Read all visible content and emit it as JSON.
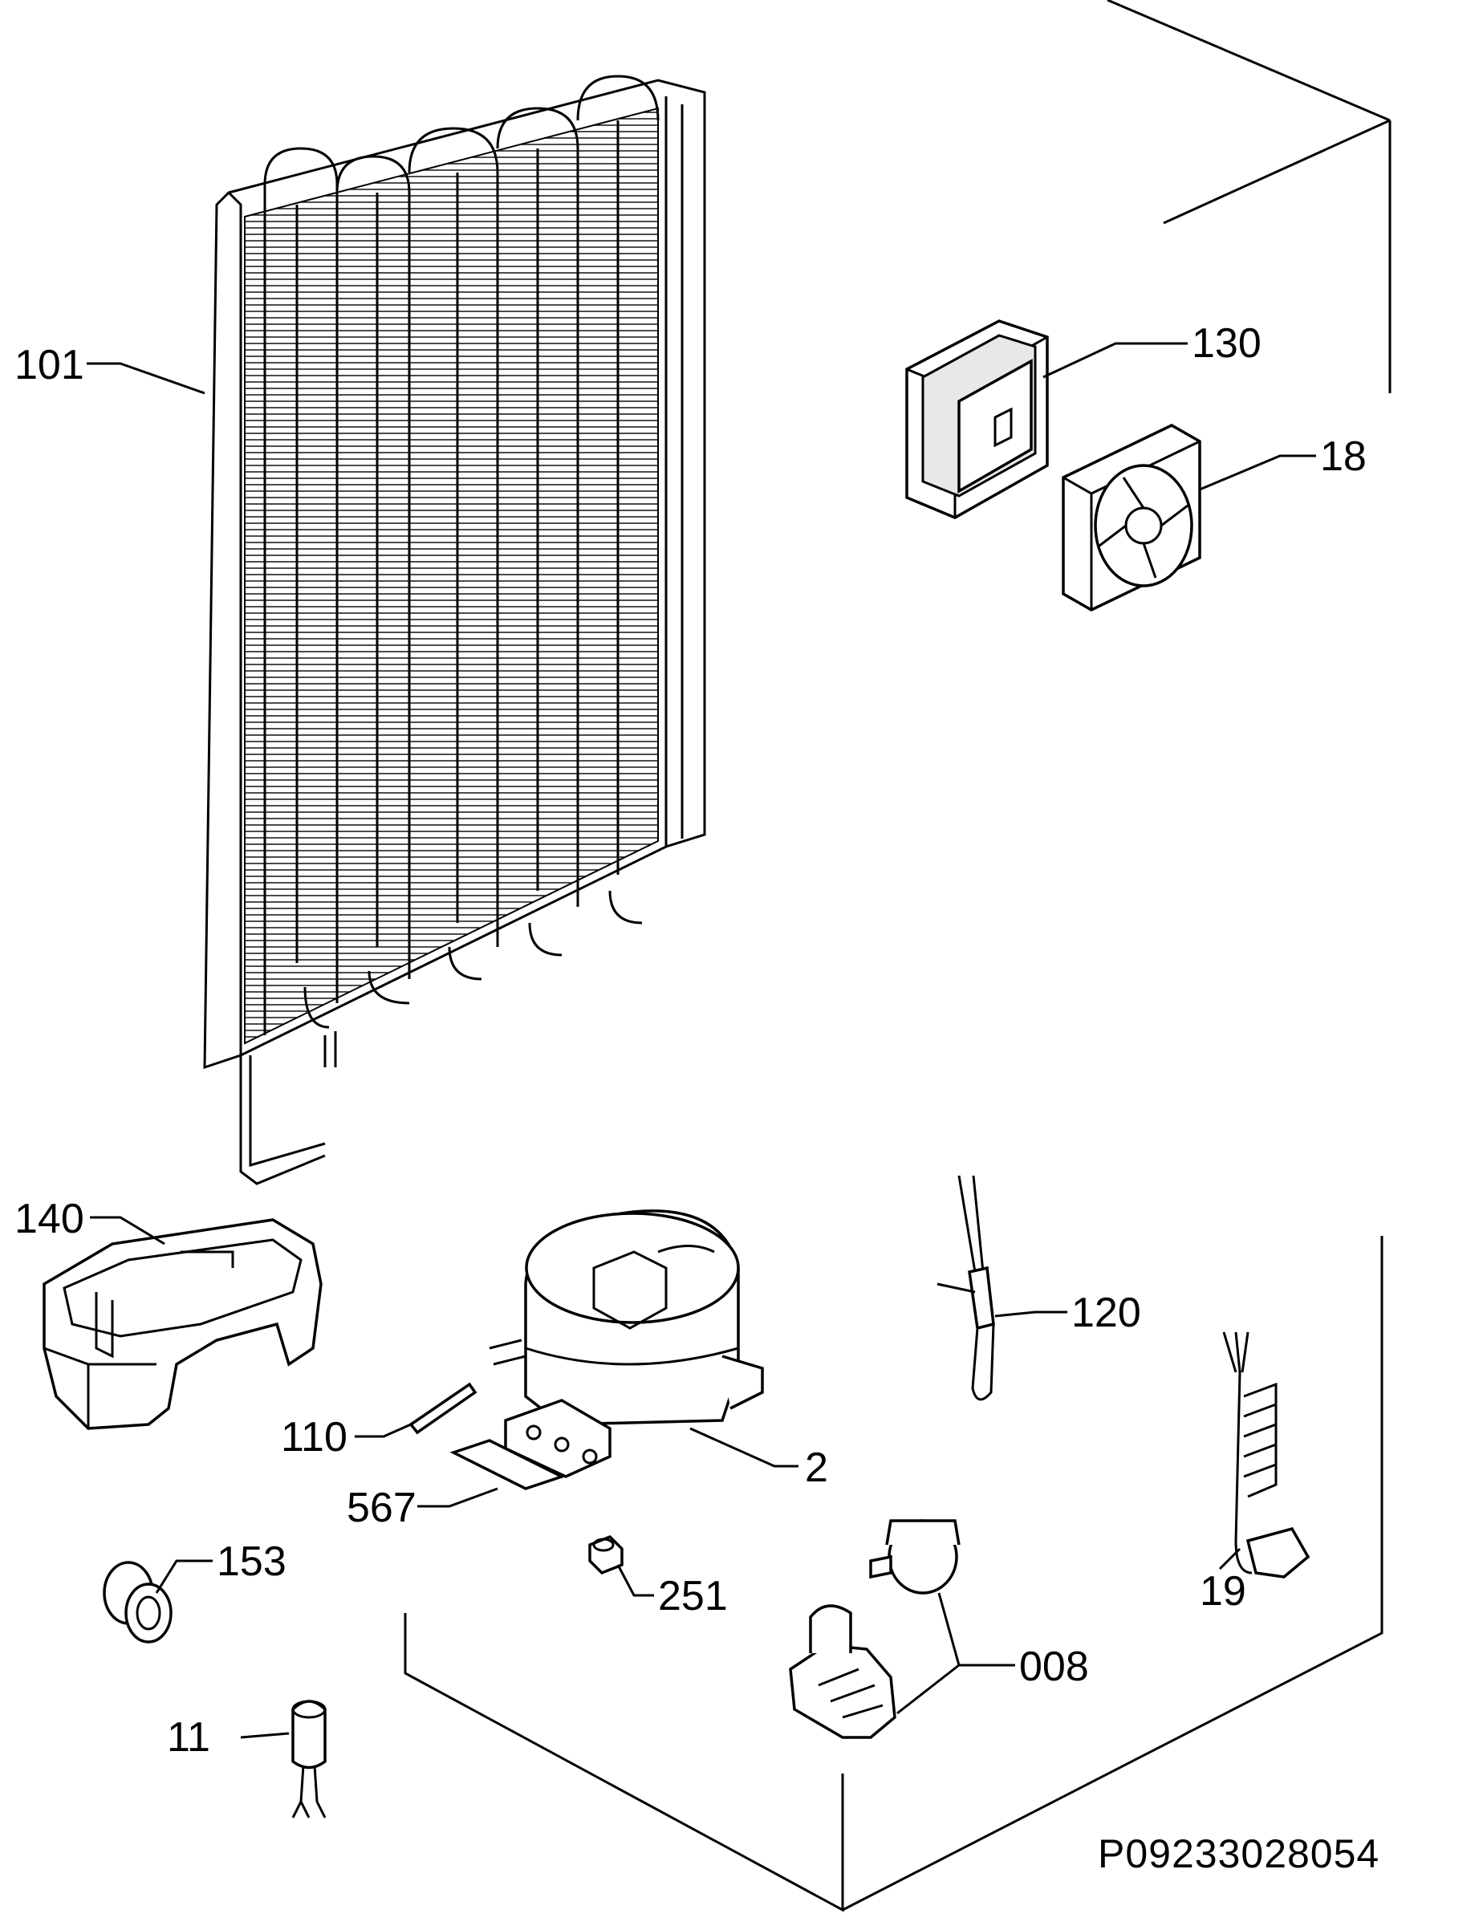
{
  "diagram": {
    "document_code": "P09233028054",
    "parts": [
      {
        "id": "condenser",
        "label": "101"
      },
      {
        "id": "fan-housing",
        "label": "130"
      },
      {
        "id": "fan",
        "label": "18"
      },
      {
        "id": "drip-tray",
        "label": "140"
      },
      {
        "id": "compressor",
        "label": "2"
      },
      {
        "id": "pipe",
        "label": "110"
      },
      {
        "id": "mounting-plate",
        "label": "567"
      },
      {
        "id": "sensor",
        "label": "120"
      },
      {
        "id": "power-cord",
        "label": "19"
      },
      {
        "id": "grommet",
        "label": "153"
      },
      {
        "id": "nut",
        "label": "251"
      },
      {
        "id": "relay",
        "label": "008"
      },
      {
        "id": "dryer",
        "label": "11"
      }
    ]
  }
}
